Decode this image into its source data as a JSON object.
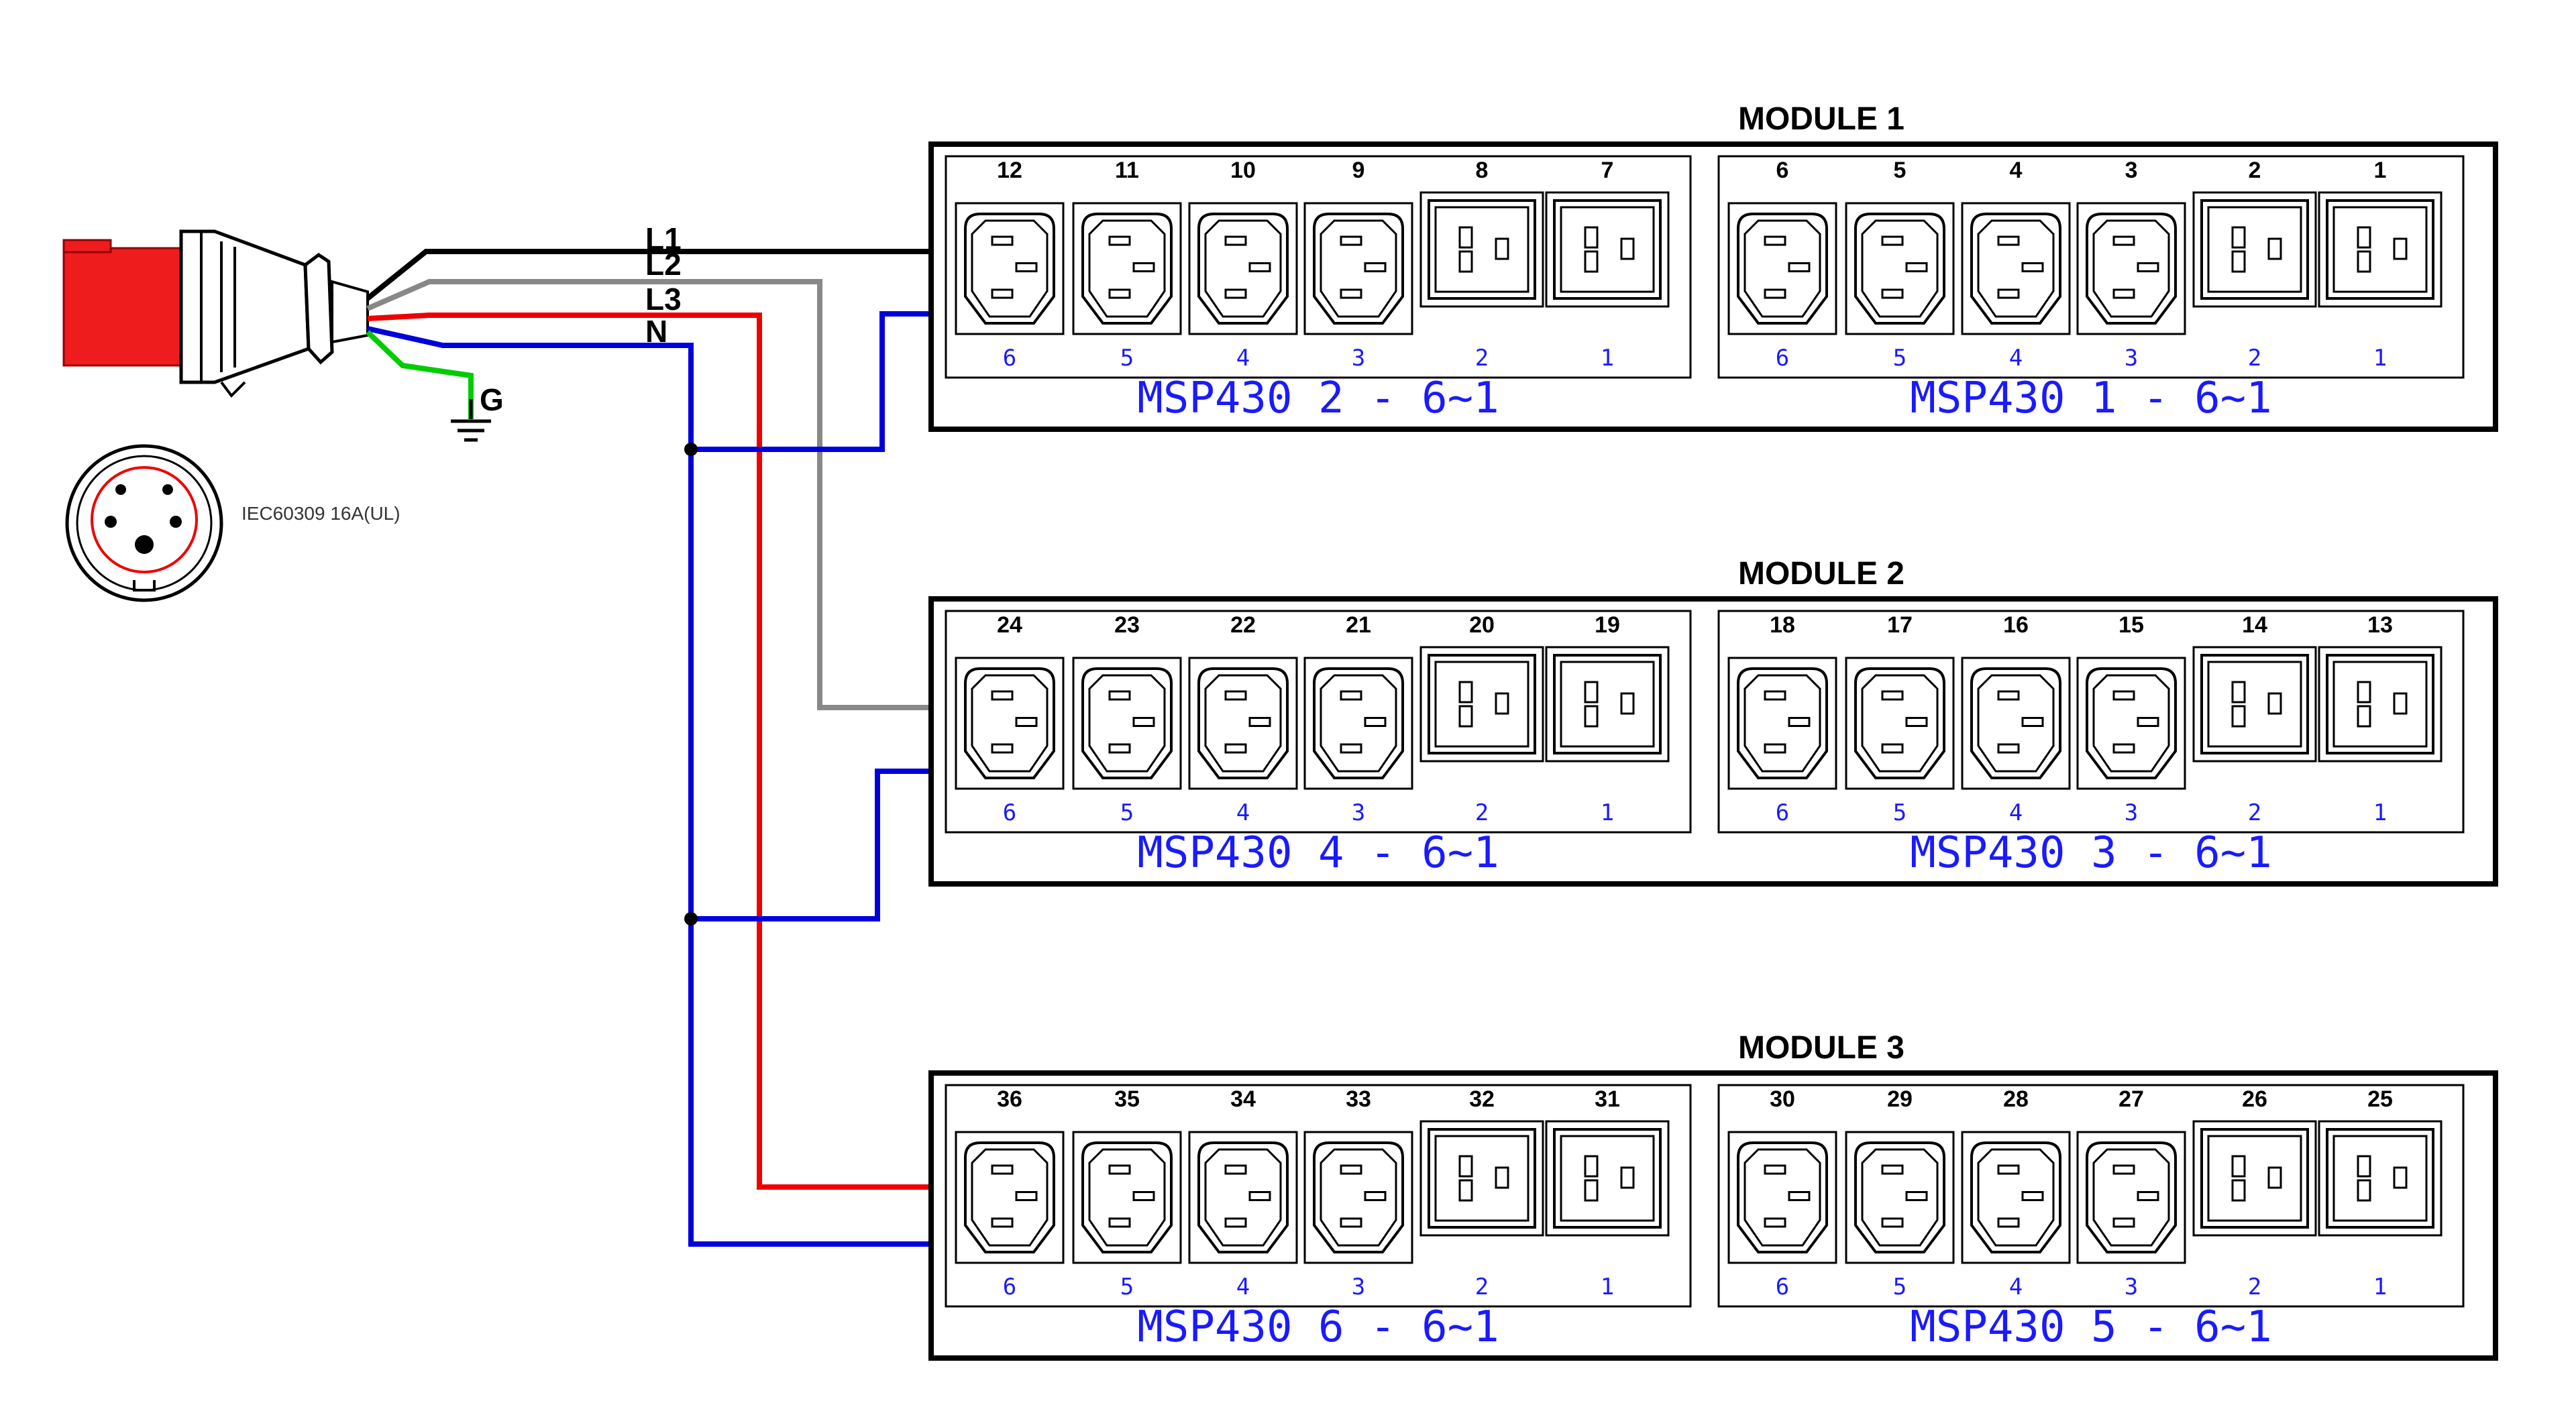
{
  "plug": {
    "label": "IEC60309 16A(UL)",
    "wires": [
      {
        "label": "L1",
        "color": "#000000"
      },
      {
        "label": "L2",
        "color": "#888888"
      },
      {
        "label": "L3",
        "color": "#ee0000"
      },
      {
        "label": "N",
        "color": "#0000dd"
      },
      {
        "label": "G",
        "color": "#00cc00"
      }
    ]
  },
  "modules": [
    {
      "title": "MODULE 1",
      "units": [
        {
          "name": "MSP430 2 - 6~1",
          "outlets": [
            "12",
            "11",
            "10",
            "9",
            "8",
            "7"
          ],
          "subs": [
            "6",
            "5",
            "4",
            "3",
            "2",
            "1"
          ]
        },
        {
          "name": "MSP430 1 - 6~1",
          "outlets": [
            "6",
            "5",
            "4",
            "3",
            "2",
            "1"
          ],
          "subs": [
            "6",
            "5",
            "4",
            "3",
            "2",
            "1"
          ]
        }
      ]
    },
    {
      "title": "MODULE 2",
      "units": [
        {
          "name": "MSP430 4 - 6~1",
          "outlets": [
            "24",
            "23",
            "22",
            "21",
            "20",
            "19"
          ],
          "subs": [
            "6",
            "5",
            "4",
            "3",
            "2",
            "1"
          ]
        },
        {
          "name": "MSP430 3 - 6~1",
          "outlets": [
            "18",
            "17",
            "16",
            "15",
            "14",
            "13"
          ],
          "subs": [
            "6",
            "5",
            "4",
            "3",
            "2",
            "1"
          ]
        }
      ]
    },
    {
      "title": "MODULE 3",
      "units": [
        {
          "name": "MSP430 6 - 6~1",
          "outlets": [
            "36",
            "35",
            "34",
            "33",
            "32",
            "31"
          ],
          "subs": [
            "6",
            "5",
            "4",
            "3",
            "2",
            "1"
          ]
        },
        {
          "name": "MSP430 5 - 6~1",
          "outlets": [
            "30",
            "29",
            "28",
            "27",
            "26",
            "25"
          ],
          "subs": [
            "6",
            "5",
            "4",
            "3",
            "2",
            "1"
          ]
        }
      ]
    }
  ]
}
